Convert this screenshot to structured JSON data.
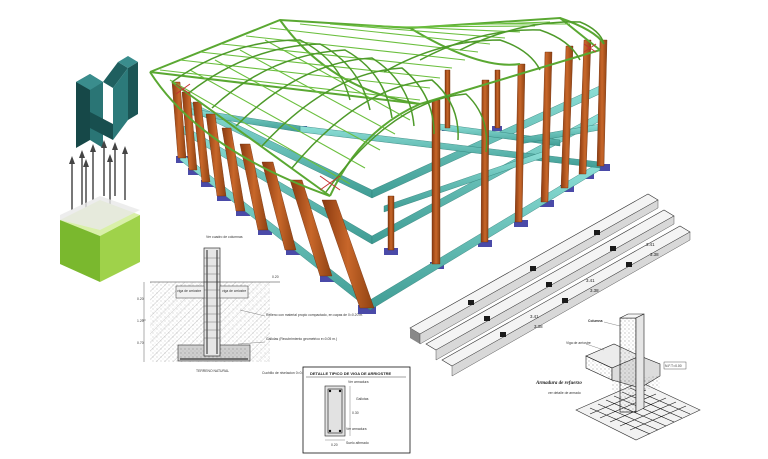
{
  "colors": {
    "roof_truss": "#5aa832",
    "column": "#b5561c",
    "beam": "#5ec0b8",
    "footing": "#4a4aa8",
    "logo": "#1f5f5f",
    "pedestal": "#8cc63f"
  },
  "footing_detail": {
    "labels": [
      "Ver cuadro de columnas",
      "0.20",
      "viga de arriostre",
      "viga de arriostre",
      "Relleno con material propio compactado, en capas de 0=0.20 m.",
      "Gallolas (Recubrimiento geometrico e=0.05 m.)",
      "TERRENO NATURAL",
      "Cuchillo de nivelacion 0=0.05 m.",
      "0.20",
      "1.20",
      "0.70"
    ]
  },
  "beam_detail": {
    "title": "DETALLE TIPICO DE VIGA DE ARRIOSTRE",
    "labels": [
      "Ver armadura",
      "Gallotas",
      "Ver armadura",
      "0.30",
      "0.20",
      "Suelo afirmado"
    ]
  },
  "bleachers": {
    "dimensions": [
      "3.41",
      "3.38",
      "3.41",
      "3.38",
      "3.41",
      "3.38"
    ]
  },
  "column_detail": {
    "labels": [
      "Columna",
      "Viga de arriostre",
      "Armadura de refuerzo",
      "ver detalle de armado",
      "N.F.T=0.00"
    ]
  }
}
